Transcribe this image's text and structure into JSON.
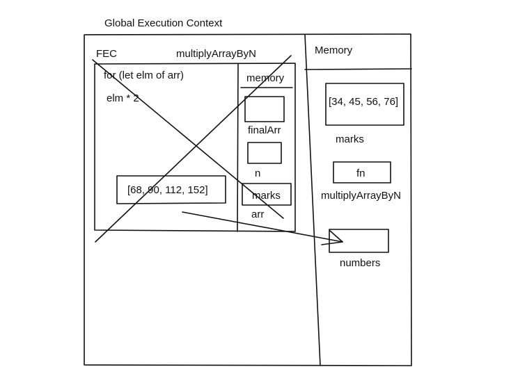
{
  "title": "Global Execution Context",
  "fec": {
    "label": "FEC",
    "function_name": "multiplyArrayByN",
    "loop": "for (let elm of arr)",
    "expression": "elm * 2",
    "result_array": "[68, 90, 112, 152]",
    "memory": {
      "label": "memory",
      "finalArr": "finalArr",
      "n": "n",
      "marks_box": "marks",
      "arr": "arr"
    }
  },
  "global_memory": {
    "label": "Memory",
    "marks_value": "[34, 45, 56, 76]",
    "marks_label": "marks",
    "fn_value": "fn",
    "fn_label": "multiplyArrayByN",
    "numbers_label": "numbers"
  },
  "colors": {
    "stroke": "#111111",
    "background": "#ffffff"
  }
}
